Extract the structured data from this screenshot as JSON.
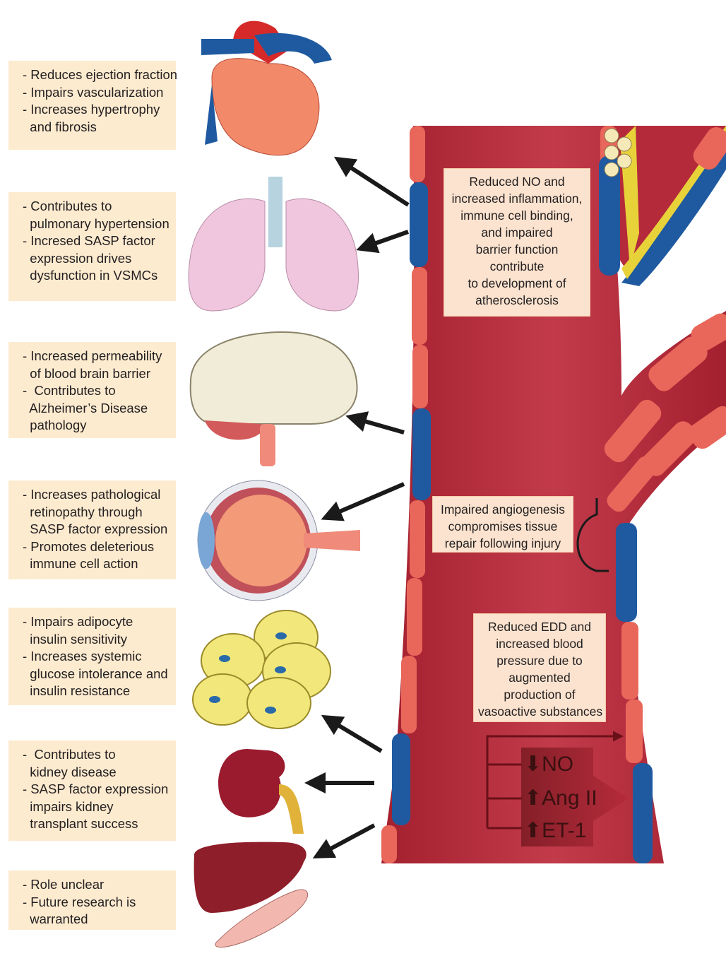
{
  "organ_notes": [
    {
      "lines": [
        "- Reduces ejection fraction",
        "- Impairs vascularization",
        "- Increases hypertrophy",
        "  and fibrosis"
      ]
    },
    {
      "lines": [
        "- Contributes to",
        "  pulmonary hypertension",
        "- Incresed SASP factor",
        "  expression drives",
        "  dysfunction in VSMCs"
      ]
    },
    {
      "lines": [
        "- Increased permeability",
        "  of blood brain barrier",
        "-  Contributes to",
        "  Alzheimer’s Disease",
        "  pathology"
      ]
    },
    {
      "lines": [
        "- Increases pathological",
        "  retinopathy through",
        "  SASP factor expression",
        "- Promotes deleterious",
        "  immune cell action"
      ]
    },
    {
      "lines": [
        "- Impairs adipocyte",
        "  insulin sensitivity",
        "- Increases systemic",
        "  glucose intolerance and",
        "  insulin resistance"
      ]
    },
    {
      "lines": [
        "-  Contributes to",
        "  kidney disease",
        "- SASP factor expression",
        "  impairs kidney",
        "  transplant success"
      ]
    },
    {
      "lines": [
        "- Role unclear",
        "- Future research is",
        "  warranted"
      ]
    }
  ],
  "callouts": {
    "atherosclerosis": {
      "lines": [
        "Reduced NO and",
        "increased inflammation,",
        "immune cell binding,",
        "and impaired",
        "barrier function",
        "contribute",
        "to development of",
        "atherosclerosis"
      ]
    },
    "angiogenesis": {
      "lines": [
        "Impaired angiogenesis",
        "compromises tissue",
        "repair following injury"
      ]
    },
    "edd": {
      "lines": [
        "Reduced EDD and",
        "increased blood",
        "pressure due to",
        "augmented",
        "production of",
        "vasoactive substances"
      ]
    }
  },
  "mediators": [
    {
      "direction": "down",
      "label": "NO"
    },
    {
      "direction": "up",
      "label": "Ang II"
    },
    {
      "direction": "up",
      "label": "ET-1"
    }
  ],
  "organs": [
    "heart-icon",
    "lungs-icon",
    "brain-icon",
    "eye-icon",
    "adipocytes-icon",
    "kidney-icon",
    "liver-icon",
    "muscle-icon"
  ],
  "colors": {
    "vessel": "#b52a3a",
    "endothelial_red": "#e8675a",
    "endothelial_blue": "#1f5aa0",
    "note_bg": "#fdebd0",
    "arrow": "#1a1a1a"
  }
}
